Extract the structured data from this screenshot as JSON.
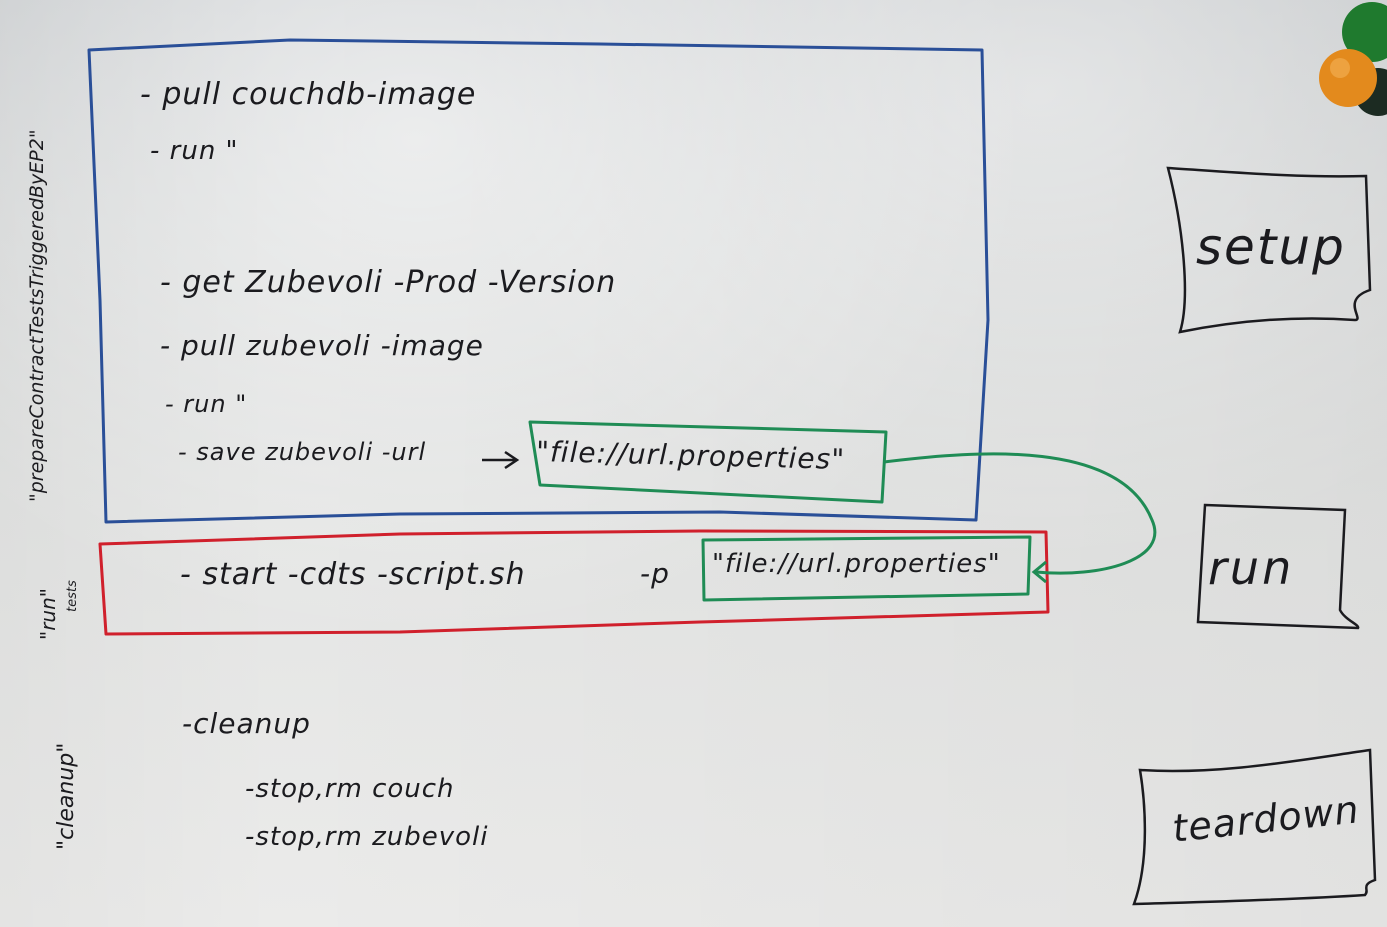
{
  "labels": {
    "setup_label": "\"prepareContractTestsTriggeredByEP2\"",
    "run_label_1": "\"run\"",
    "run_label_2": "tests",
    "cleanup_label": "\"cleanup\""
  },
  "setup_block": {
    "lines": [
      "- pull couchdb-image",
      "- run      \"",
      "- get Zubevoli -Prod -Version",
      "- pull zubevoli -image",
      "- run      \"",
      "- save zubevoli -url"
    ],
    "arrow": "→",
    "file_box": "\"file://url.properties\""
  },
  "run_block": {
    "command": "- start -cdts -script.sh",
    "flag": "-p",
    "file_box": "\"file://url.properties\""
  },
  "cleanup_block": {
    "lines": [
      "-cleanup",
      "-stop,rm couch",
      "-stop,rm zubevoli"
    ]
  },
  "stage_boxes": {
    "setup": "setup",
    "run": "run",
    "teardown": "teardown"
  },
  "colors": {
    "blue_box": "#2a4f98",
    "red_box": "#d0202c",
    "green_box": "#1f8c55",
    "ink": "#1b1b1f",
    "magnet_green": "#1f7a2e",
    "magnet_orange": "#e38a1d"
  }
}
